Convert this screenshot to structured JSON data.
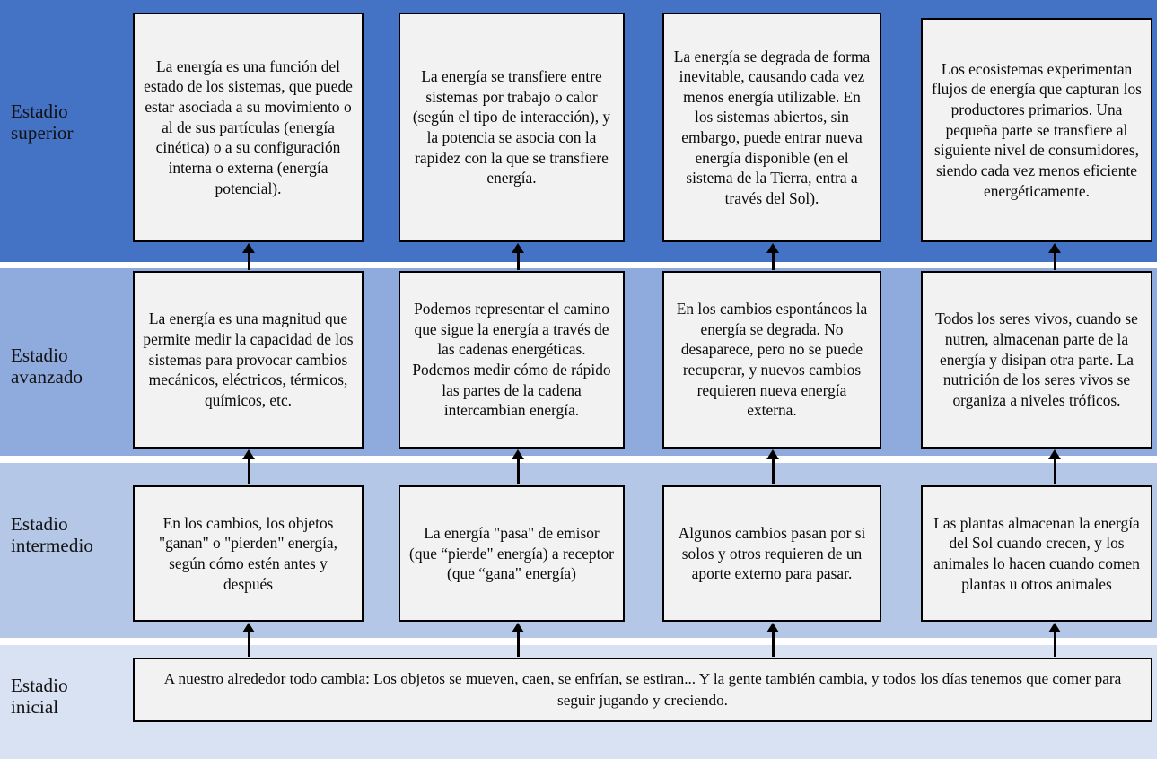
{
  "bands": [
    {
      "id": "superior",
      "label": "Estadio\nsuperior",
      "color": "#4472C4"
    },
    {
      "id": "avanzado",
      "label": "Estadio\navanzado",
      "color": "#8FAADC"
    },
    {
      "id": "intermedio",
      "label": "Estadio\nintermedio",
      "color": "#B4C7E7"
    },
    {
      "id": "inicial",
      "label": "Estadio\ninicial",
      "color": "#D9E2F3"
    }
  ],
  "nodes": {
    "superior": [
      "La energía es una función del estado de los sistemas, que puede estar asociada a su movimiento o al de sus partículas (energía cinética) o a su configuración interna o externa (energía potencial).",
      "La energía se transfiere entre sistemas por trabajo o calor (según el tipo de interacción), y la potencia se asocia con la rapidez con la que se transfiere energía.",
      "La energía se degrada de forma inevitable, causando cada vez menos energía utilizable. En los sistemas abiertos, sin embargo, puede entrar nueva energía disponible (en el sistema de la Tierra, entra a través del Sol).",
      "Los ecosistemas experimentan flujos de energía que capturan los productores primarios. Una pequeña parte se transfiere al siguiente nivel de consumidores, siendo cada vez menos eficiente energéticamente."
    ],
    "avanzado": [
      "La energía es una magnitud que permite medir la capacidad de los sistemas para provocar cambios mecánicos, eléctricos, térmicos, químicos, etc.",
      "Podemos representar el camino que sigue la energía a través de las cadenas energéticas. Podemos medir cómo de rápido las partes de la cadena intercambian energía.",
      "En los cambios espontáneos la energía se degrada. No desaparece, pero no se puede recuperar, y nuevos cambios requieren nueva energía externa.",
      "Todos los seres vivos, cuando se nutren, almacenan parte de la energía y disipan otra parte. La nutrición de los seres vivos se organiza a niveles tróficos."
    ],
    "intermedio": [
      "En los cambios, los objetos \"ganan\" o \"pierden\" energía, según cómo estén antes y después",
      "La energía \"pasa\" de emisor (que “pierde\" energía) a receptor (que “gana\" energía)",
      "Algunos cambios pasan por si solos y otros requieren de un aporte externo para pasar.",
      "Las plantas almacenan la energía del Sol cuando crecen, y los animales lo hacen cuando comen plantas u otros animales"
    ],
    "inicial": [
      "A nuestro alrededor todo cambia: Los objetos se mueven, caen, se enfrían, se estiran... Y la gente también cambia, y todos los días tenemos que comer para seguir jugando y creciendo."
    ]
  },
  "arrows": {
    "count_per_row": 4,
    "direction": "up",
    "color": "#000000"
  },
  "style": {
    "node_fill": "#F2F2F2",
    "node_border": "#000000",
    "page_background": "#FFFFFF"
  }
}
